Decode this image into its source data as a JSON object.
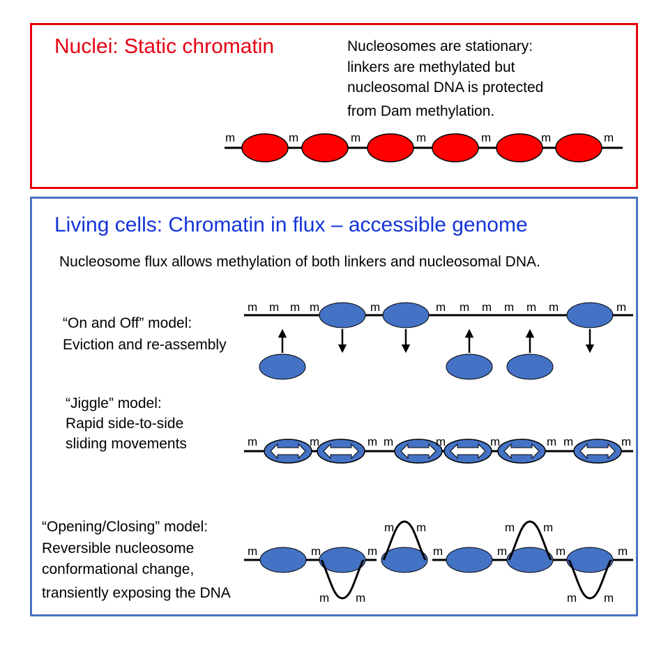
{
  "panel_nuclei": {
    "title": "Nuclei: Static chromatin",
    "description": [
      "Nucleosomes are stationary:",
      "linkers are methylated but",
      "nucleosomal DNA is protected",
      "from Dam methylation."
    ]
  },
  "panel_living": {
    "title": "Living cells: Chromatin in flux – accessible genome",
    "subtitle": "Nucleosome flux  allows methylation of both linkers and nucleosomal DNA.",
    "models": [
      {
        "lines": [
          "“On and Off” model:",
          "Eviction and re-assembly"
        ]
      },
      {
        "lines": [
          "“Jiggle” model:",
          "Rapid side-to-side",
          "sliding movements"
        ]
      },
      {
        "lines": [
          "“Opening/Closing” model:",
          "Reversible nucleosome",
          "conformational change,",
          "transiently exposing the DNA"
        ]
      }
    ]
  },
  "methyl_mark": "m",
  "colors": {
    "nuclei_border": "#e8000b",
    "nuclei_title": "#e60012",
    "nucleosome_red": "#ff0000",
    "living_border": "#4a72c4",
    "living_title": "#1234d8",
    "nucleosome_blue": "#4472c4"
  }
}
